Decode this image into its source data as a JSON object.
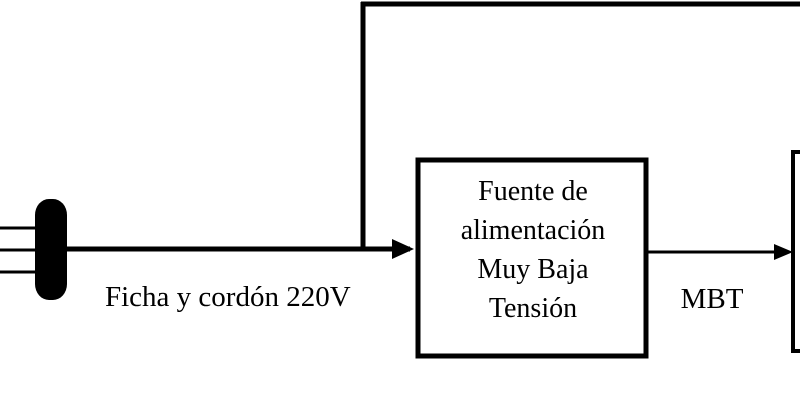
{
  "diagram": {
    "plug_label": "Ficha y cordón 220V",
    "power_supply": {
      "lines": [
        "Fuente de",
        "alimentación",
        "Muy Baja",
        "Tensión"
      ]
    },
    "mbt_label": "MBT",
    "colors": {
      "stroke": "#000000",
      "background": "#ffffff"
    }
  }
}
